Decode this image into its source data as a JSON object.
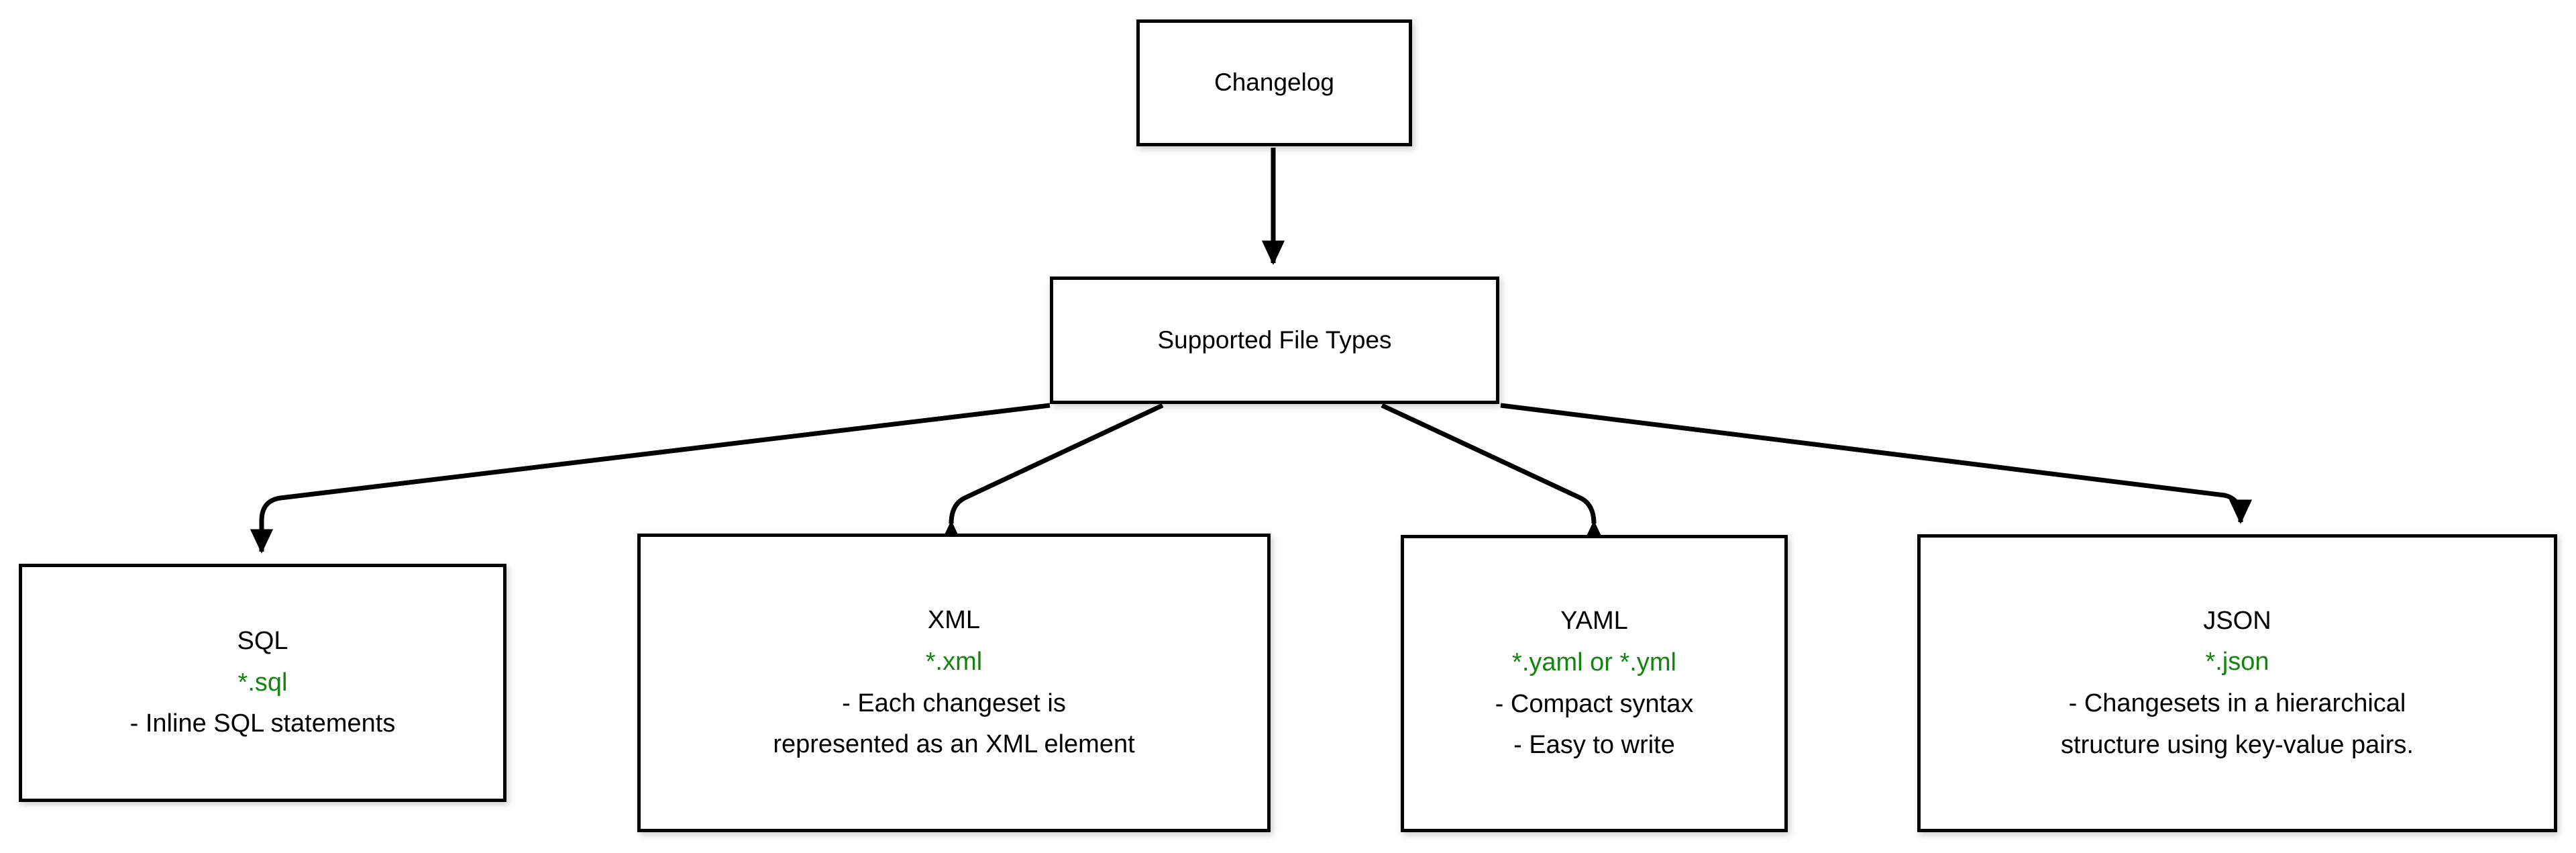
{
  "diagram": {
    "title": "Changelog Supported File Types",
    "type": "flowchart",
    "background": "#ffffff",
    "colors": {
      "node_border": "#000000",
      "node_fill": "#ffffff",
      "text": "#000000",
      "extension_text": "#13850f",
      "edge": "#000000"
    },
    "root": {
      "label": "Changelog"
    },
    "branch": {
      "label": "Supported File Types"
    },
    "leaves": [
      {
        "id": "sql",
        "title": "SQL",
        "extension": "*.sql",
        "details": [
          "- Inline SQL statements"
        ]
      },
      {
        "id": "xml",
        "title": "XML",
        "extension": "*.xml",
        "details": [
          "- Each changeset is",
          "represented as an XML element"
        ]
      },
      {
        "id": "yaml",
        "title": "YAML",
        "extension": "*.yaml or *.yml",
        "details": [
          "- Compact syntax",
          "- Easy to write"
        ]
      },
      {
        "id": "json",
        "title": "JSON",
        "extension": "*.json",
        "details": [
          "- Changesets in a hierarchical",
          "structure using key-value pairs."
        ]
      }
    ],
    "edges": [
      {
        "from": "Changelog",
        "to": "Supported File Types",
        "arrow": "down"
      },
      {
        "from": "Supported File Types",
        "to": "SQL",
        "arrow": "down"
      },
      {
        "from": "Supported File Types",
        "to": "XML",
        "arrow": "down"
      },
      {
        "from": "Supported File Types",
        "to": "YAML",
        "arrow": "down"
      },
      {
        "from": "Supported File Types",
        "to": "JSON",
        "arrow": "down"
      }
    ]
  }
}
